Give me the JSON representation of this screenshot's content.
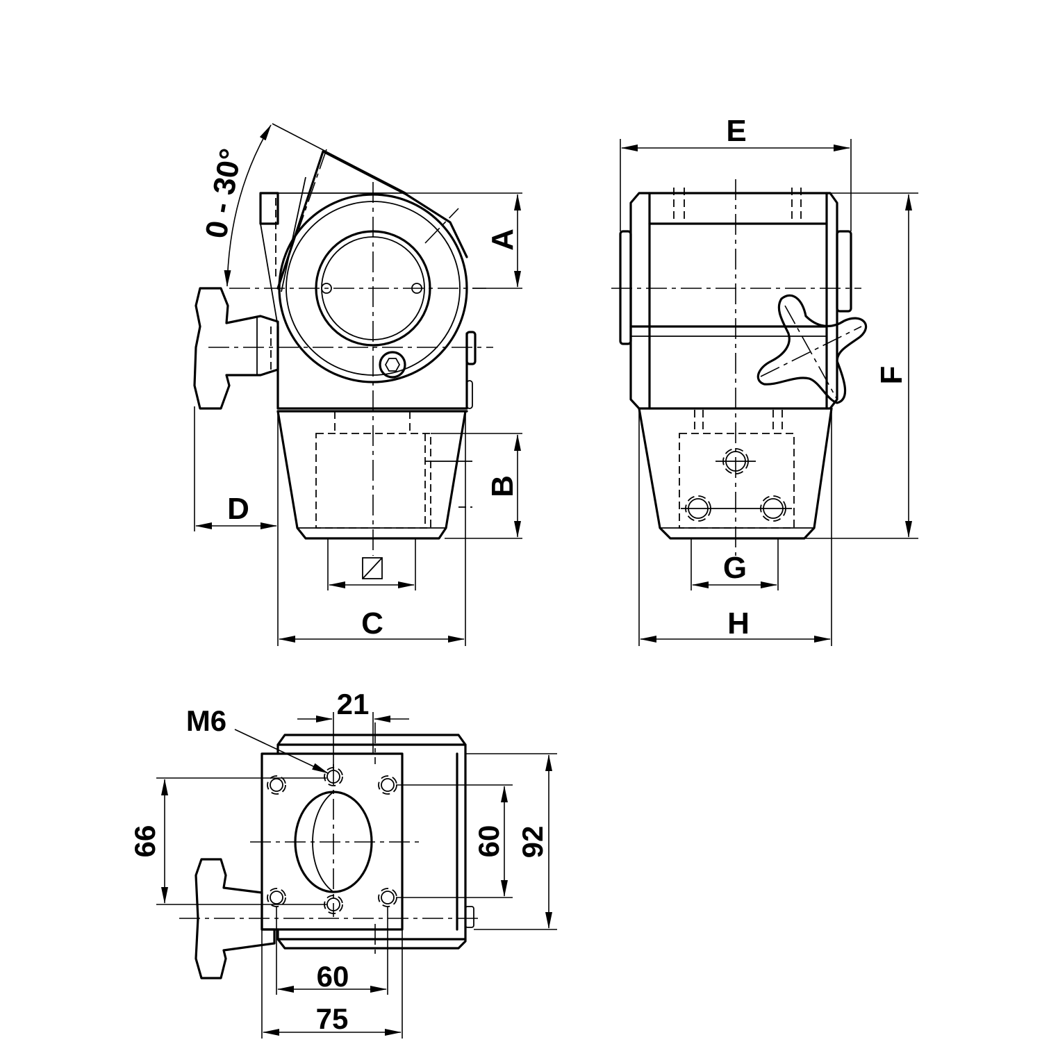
{
  "drawing": {
    "angle_label": "0 - 30°",
    "labels": {
      "A": "A",
      "B": "B",
      "C": "C",
      "D": "D",
      "E": "E",
      "F": "F",
      "G": "G",
      "H": "H"
    },
    "thread_label": "M6",
    "dims": {
      "d21": "21",
      "d66": "66",
      "d60_vertical": "60",
      "d92": "92",
      "d60_horizontal": "60",
      "d75": "75"
    }
  }
}
